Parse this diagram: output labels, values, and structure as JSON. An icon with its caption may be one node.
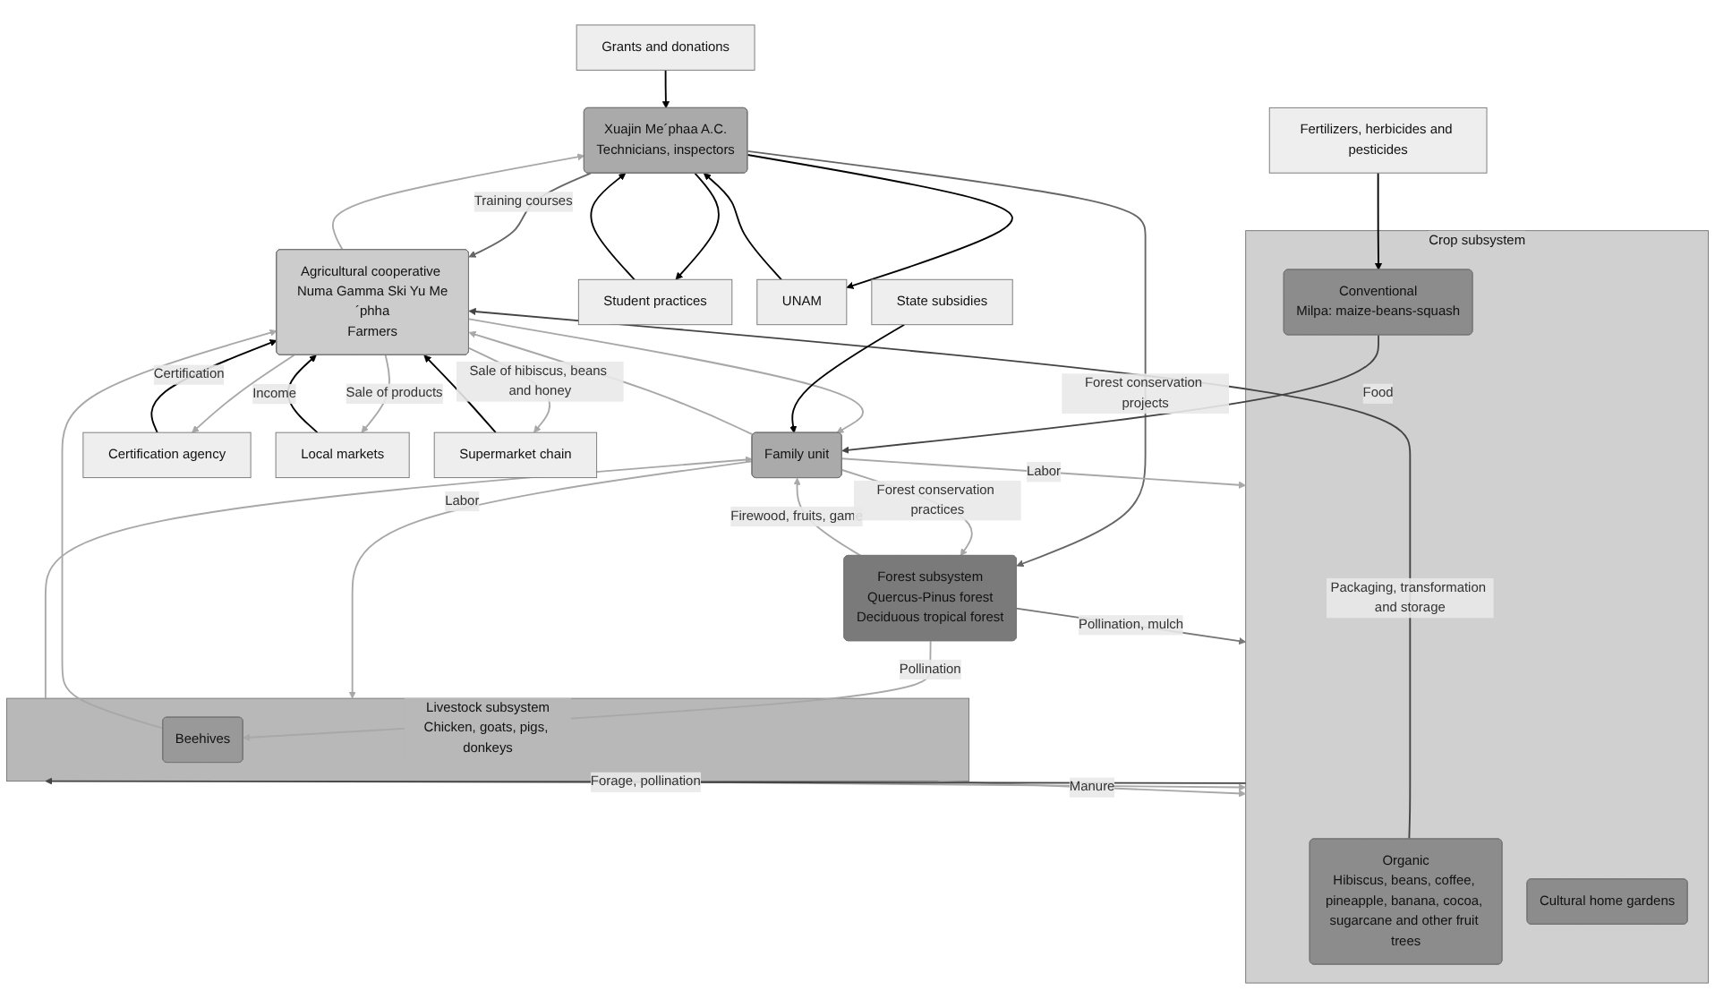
{
  "diagram": {
    "nodes": [
      {
        "text": [
          "Grants and donations"
        ]
      },
      {
        "text": [
          "Student practices"
        ]
      },
      {
        "text": [
          "UNAM"
        ]
      },
      {
        "text": [
          "Certification agency"
        ]
      },
      {
        "text": [
          "Local markets"
        ]
      },
      {
        "text": [
          "Supermarket chain"
        ]
      },
      {
        "text": [
          "Xuajin Me´phaa A.C.",
          "Technicians, inspectors"
        ]
      },
      {
        "text": [
          "Agricultural cooperative Numa Gamma Ski Yu Me´phha",
          "Farmers"
        ]
      },
      {
        "text": [
          "Crop subsystem"
        ]
      },
      {
        "text": [
          "Organic",
          "Hibiscus, beans, coffee, pineapple, banana, cocoa, sugarcane and other fruit trees"
        ],
        "in": 8
      },
      {
        "text": [
          "Conventional",
          "Milpa: maize-beans-squash"
        ],
        "in": 8
      },
      {
        "text": [
          "Cultural home gardens"
        ],
        "in": 8
      },
      {
        "text": [
          "Forest subsystem",
          "Quercus-Pinus forest",
          "Deciduous tropical forest"
        ]
      },
      {
        "text": [
          "Family unit"
        ]
      },
      {
        "text": [
          "Livestock subsystem",
          "Chicken, goats, pigs, donkeys"
        ]
      },
      {
        "text": [
          "Beehives"
        ],
        "in": 14
      },
      {
        "text": [
          "State subsidies"
        ]
      },
      {
        "text": [
          "Fertilizers, herbicides and pesticides"
        ]
      }
    ],
    "edges": [
      {
        "from": 0,
        "to": 6,
        "arrow": "to",
        "color": "#000000"
      },
      {
        "from": 1,
        "to": 6,
        "arrow": "to",
        "color": "#000000"
      },
      {
        "from": 6,
        "to": 1,
        "arrow": "to",
        "color": "#000000"
      },
      {
        "from": 2,
        "to": 6,
        "arrow": "to",
        "color": "#000000"
      },
      {
        "from": 6,
        "to": 2,
        "arrow": "to",
        "color": "#000000"
      },
      {
        "from": 3,
        "to": 7,
        "arrow": "to",
        "label": "Certification",
        "color": "#000000"
      },
      {
        "from": 7,
        "to": 3,
        "arrow": "to"
      },
      {
        "from": 7,
        "to": 4,
        "arrow": "to",
        "label": "Sale of products"
      },
      {
        "from": 4,
        "to": 7,
        "arrow": "to",
        "label": "Income",
        "color": "#000000"
      },
      {
        "from": 5,
        "to": 7,
        "arrow": "to",
        "color": "#000000"
      },
      {
        "from": 7,
        "to": 5,
        "arrow": "to",
        "label": "Sale of hibiscus, beans and honey"
      },
      {
        "from": 6,
        "to": 7,
        "arrow": "to",
        "label": "Training courses",
        "color": "#666666"
      },
      {
        "from": 7,
        "to": 6,
        "arrow": "to"
      },
      {
        "from": 6,
        "to": 12,
        "arrow": "to",
        "label": "Forest conservation projects",
        "color": "#666666"
      },
      {
        "from": 9,
        "to": 7,
        "arrow": "to",
        "label": "Packaging, transformation and storage",
        "color": "#444444"
      },
      {
        "from": 7,
        "to": 13,
        "arrow": "to"
      },
      {
        "from": 13,
        "to": 7,
        "arrow": "to"
      },
      {
        "from": 15,
        "to": 7,
        "arrow": "to"
      },
      {
        "from": 12,
        "to": 13,
        "arrow": "to",
        "label": "Firewood, fruits, game"
      },
      {
        "from": 13,
        "to": 12,
        "arrow": "to",
        "label": "Forest conservation practices"
      },
      {
        "from": 13,
        "to": 8,
        "arrow": "to",
        "label": "Labor"
      },
      {
        "from": 10,
        "to": 13,
        "arrow": "to",
        "label": "Food",
        "color": "#444444"
      },
      {
        "from": 16,
        "to": 13,
        "arrow": "to",
        "color": "#000000"
      },
      {
        "from": 13,
        "to": 14,
        "arrow": "to",
        "label": "Labor"
      },
      {
        "from": 14,
        "to": 13,
        "arrow": "to"
      },
      {
        "from": 12,
        "to": 8,
        "arrow": "to",
        "label": "Pollination, mulch",
        "color": "#777777"
      },
      {
        "from": 14,
        "to": 8,
        "arrow": "to",
        "label": "Manure"
      },
      {
        "from": 14,
        "to": 8,
        "arrow": "to"
      },
      {
        "from": 8,
        "to": 14,
        "arrow": "to",
        "label": "Forage, pollination",
        "color": "#444444"
      },
      {
        "from": 12,
        "to": 15,
        "arrow": "to",
        "label": "Pollination"
      },
      {
        "from": 17,
        "to": 10,
        "arrow": "to",
        "color": "#000000"
      }
    ]
  }
}
